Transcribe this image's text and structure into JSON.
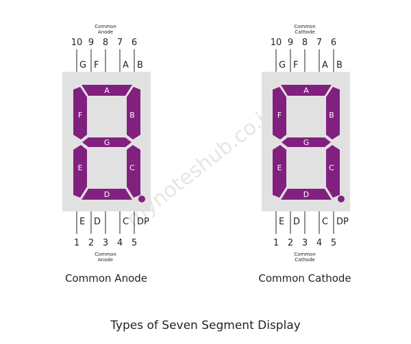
{
  "colors": {
    "segment": "#82207f",
    "body": "#e1e1e1",
    "line": "#222222",
    "text": "#222222",
    "watermark": "#e6e6e6"
  },
  "watermark": "mynoteshub.co.in",
  "page_caption": "Types of Seven Segment Display",
  "displays": [
    {
      "caption": "Common Anode",
      "top_common": [
        "Common",
        "Anode"
      ],
      "bottom_common": [
        "Common",
        "Anode"
      ],
      "top_pins": [
        {
          "num": "10",
          "label": "G"
        },
        {
          "num": "9",
          "label": "F"
        },
        {
          "num": "8",
          "label": ""
        },
        {
          "num": "7",
          "label": "A"
        },
        {
          "num": "6",
          "label": "B"
        }
      ],
      "bottom_pins": [
        {
          "num": "1",
          "label": "E"
        },
        {
          "num": "2",
          "label": "D"
        },
        {
          "num": "3",
          "label": ""
        },
        {
          "num": "4",
          "label": "C"
        },
        {
          "num": "5",
          "label": "DP"
        }
      ],
      "segments": {
        "a": "A",
        "b": "B",
        "c": "C",
        "d": "D",
        "e": "E",
        "f": "F",
        "g": "G"
      }
    },
    {
      "caption": "Common Cathode",
      "top_common": [
        "Common",
        "Cathode"
      ],
      "bottom_common": [
        "Common",
        "Cathode"
      ],
      "top_pins": [
        {
          "num": "10",
          "label": "G"
        },
        {
          "num": "9",
          "label": "F"
        },
        {
          "num": "8",
          "label": ""
        },
        {
          "num": "7",
          "label": "A"
        },
        {
          "num": "6",
          "label": "B"
        }
      ],
      "bottom_pins": [
        {
          "num": "1",
          "label": "E"
        },
        {
          "num": "2",
          "label": "D"
        },
        {
          "num": "3",
          "label": ""
        },
        {
          "num": "4",
          "label": "C"
        },
        {
          "num": "5",
          "label": "DP"
        }
      ],
      "segments": {
        "a": "A",
        "b": "B",
        "c": "C",
        "d": "D",
        "e": "E",
        "f": "F",
        "g": "G"
      }
    }
  ]
}
